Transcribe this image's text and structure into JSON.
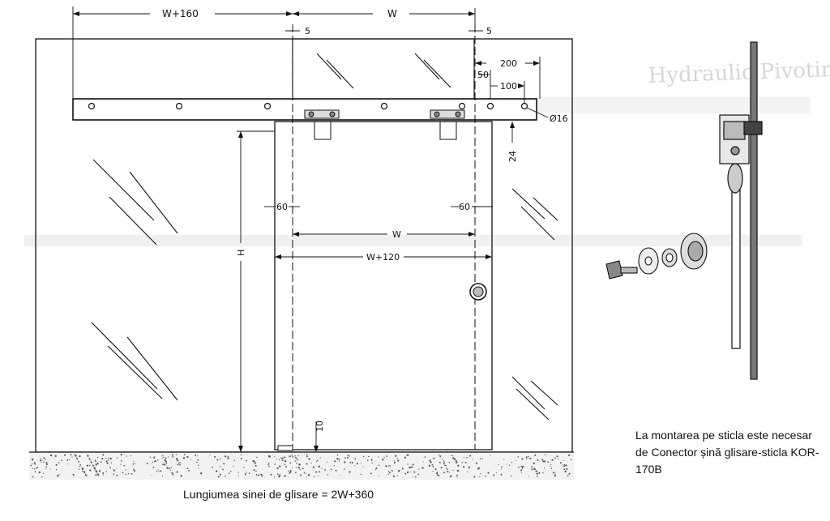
{
  "diagram": {
    "dimensions": {
      "rail_total_half": "W+160",
      "panel_width_top": "W",
      "gap_left": "5",
      "gap_right": "5",
      "end_offset_200": "200",
      "end_offset_50": "50",
      "end_offset_100": "100",
      "hole_diameter": "Ø16",
      "rail_drop": "24",
      "overlap_left": "60",
      "overlap_right": "60",
      "opening_width": "W",
      "door_width": "W+120",
      "height": "H",
      "floor_gap": "10"
    },
    "background_text": "Hydraulic Pivoting"
  },
  "captions": {
    "rail_length": "Lungiumea sinei de glisare = 2W+360",
    "mounting_note": "La montarea pe sticla este necesar de Conector șină glisare-sticla KOR-170B"
  }
}
